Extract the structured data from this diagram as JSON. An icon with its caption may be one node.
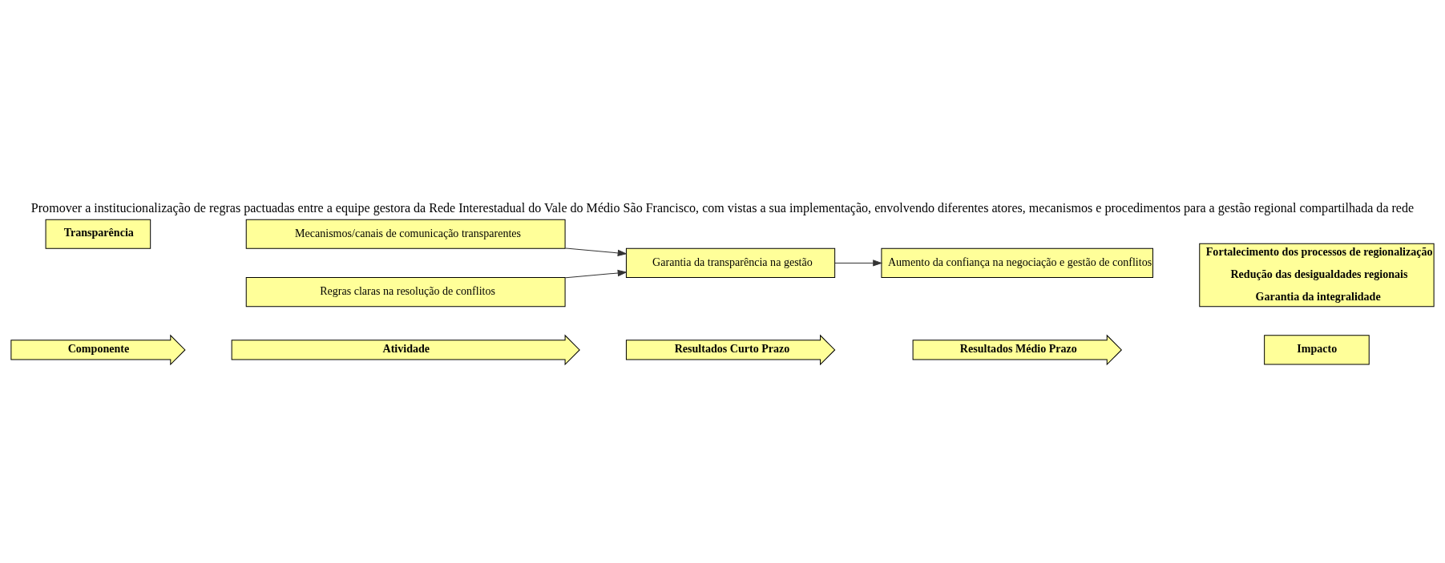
{
  "diagram": {
    "title": "Promover a institucionalização de regras pactuadas entre a equipe gestora da Rede Interestadual do Vale do Médio São Francisco, com vistas a sua implementação, envolvendo diferentes atores, mecanismos e procedimentos para a gestão regional compartilhada da rede",
    "nodes": [
      {
        "text": [
          "Componente"
        ]
      },
      {
        "text": [
          "Atividade"
        ]
      },
      {
        "text": [
          "Resultados Curto Prazo"
        ]
      },
      {
        "text": [
          "Resultados Médio Prazo"
        ]
      },
      {
        "text": [
          "Impacto"
        ]
      },
      {
        "text": [
          "Transparência"
        ]
      },
      {
        "text": [
          "Mecanismos/canais de comunicação transparentes"
        ]
      },
      {
        "text": [
          "Regras claras na resolução de conflitos"
        ]
      },
      {
        "text": [
          "Garantia da transparência na gestão"
        ]
      },
      {
        "text": [
          "Aumento da confiança na negociação e gestão de conflitos"
        ]
      },
      {
        "text": [
          "Fortalecimento dos processos de regionalização",
          "Redução das desigualdades regionais",
          "Garantia da integralidade"
        ]
      }
    ],
    "edges": [
      {
        "from": 6,
        "to": 8,
        "arrow": "to"
      },
      {
        "from": 7,
        "to": 8,
        "arrow": "to"
      },
      {
        "from": 8,
        "to": 9,
        "arrow": "to"
      }
    ]
  }
}
